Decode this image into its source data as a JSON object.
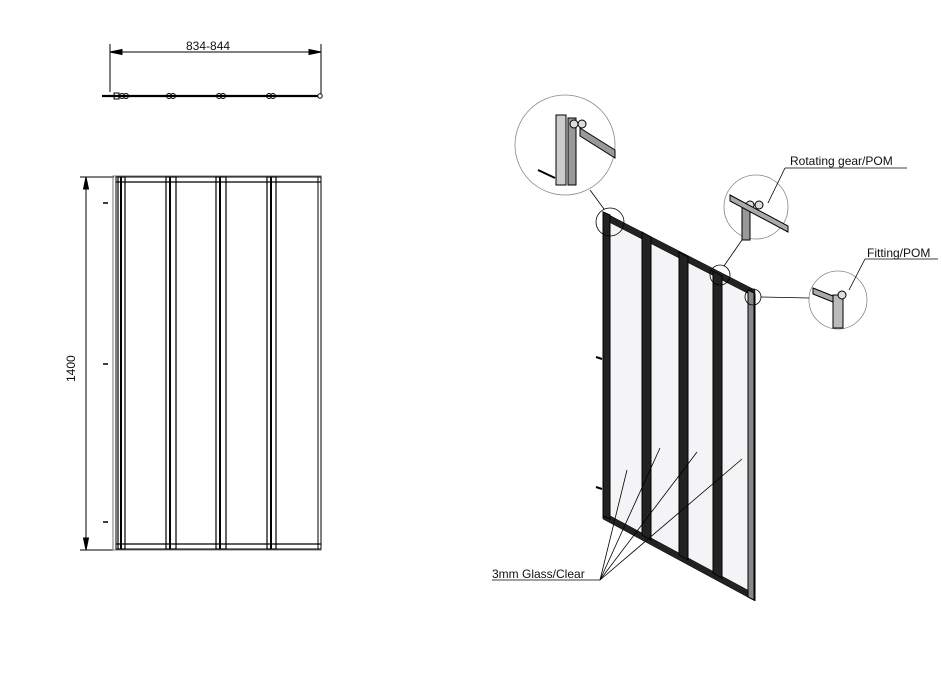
{
  "front_view": {
    "width_dimension": "834-844",
    "height_dimension": "1400",
    "panel_count": 4
  },
  "isometric_view": {
    "callouts": {
      "rotating_gear": "Rotating gear/POM",
      "fitting": "Fitting/POM",
      "glass": "3mm Glass/Clear"
    }
  },
  "colors": {
    "line": "#000000",
    "glass": "#f4f4f6",
    "frame_gray": "#8a8a8a"
  }
}
